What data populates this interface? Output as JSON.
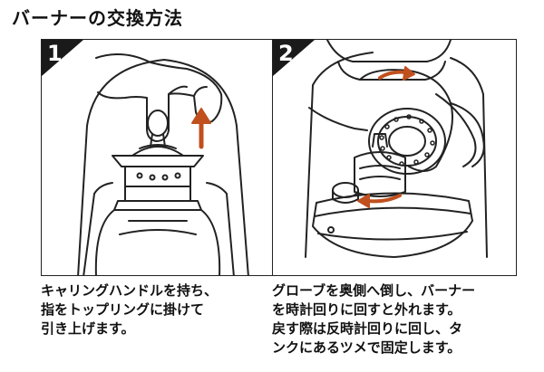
{
  "title": "バーナーの交換方法",
  "steps": [
    {
      "number": "1",
      "lines": [
        "キャリングハンドルを持ち、",
        "指をトップリングに掛けて",
        "引き上げます。"
      ]
    },
    {
      "number": "2",
      "lines": [
        "グローブを奥側へ倒し、バーナー",
        "を時計回りに回すと外れます。",
        "戻す際は反時計回りに回し、タ",
        "ンクにあるツメで固定します。"
      ]
    }
  ],
  "colors": {
    "arrow": "#c0501e",
    "line": "#222222"
  }
}
